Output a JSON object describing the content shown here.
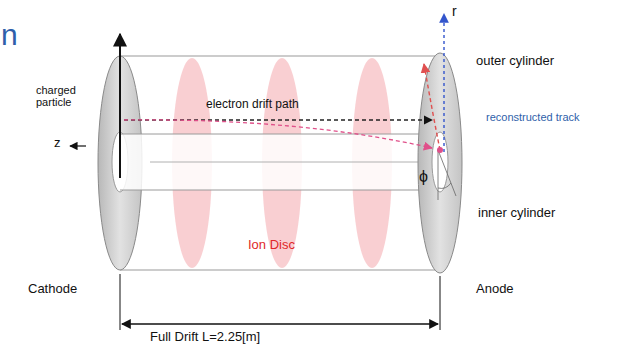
{
  "diagram": {
    "labels": [
      "n",
      "charged particle",
      "electron drift path",
      "r",
      "outer cylinder",
      "reconstructed track",
      "z",
      "inner cylinder",
      "Ion Disc",
      "Cathode",
      "Anode",
      "Full Drift L=2.25[m]",
      "ϕ"
    ]
  }
}
